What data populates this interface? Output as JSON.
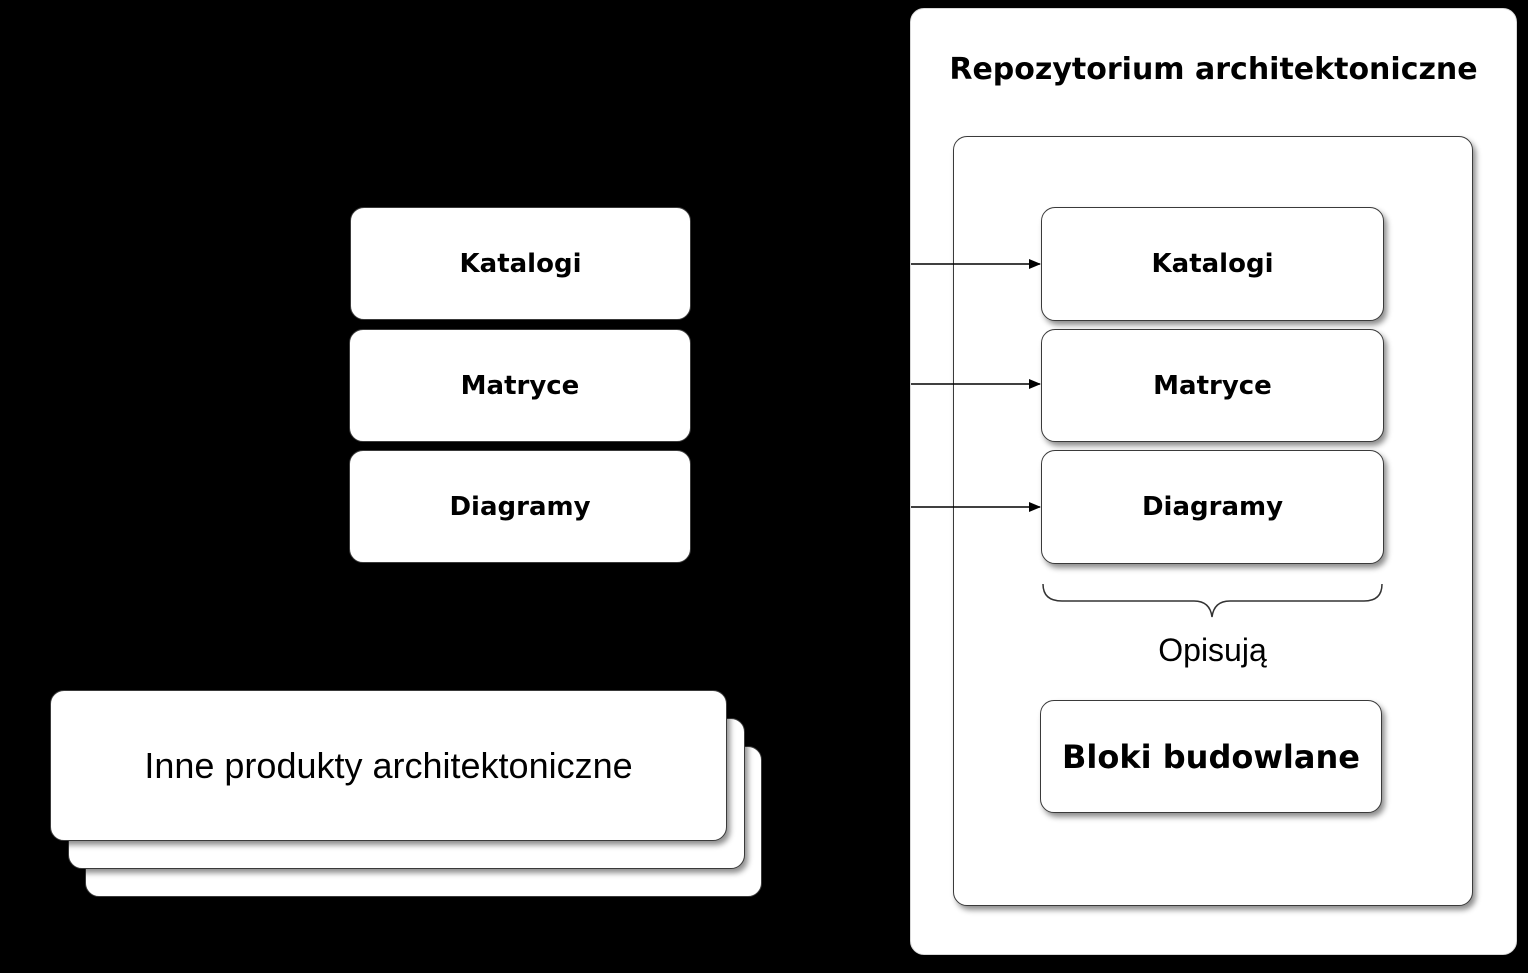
{
  "left_products": {
    "items": [
      {
        "label": "Katalogi"
      },
      {
        "label": "Matryce"
      },
      {
        "label": "Diagramy"
      }
    ]
  },
  "other_products": {
    "label": "Inne produkty architektoniczne"
  },
  "repository": {
    "title": "Repozytorium architektoniczne",
    "items": [
      {
        "label": "Katalogi"
      },
      {
        "label": "Matryce"
      },
      {
        "label": "Diagramy"
      }
    ],
    "brace_label": "Opisują",
    "building_blocks": "Bloki budowlane"
  },
  "colors": {
    "background": "#000000",
    "box_fill": "#ffffff",
    "stroke": "#3a3a3a"
  }
}
